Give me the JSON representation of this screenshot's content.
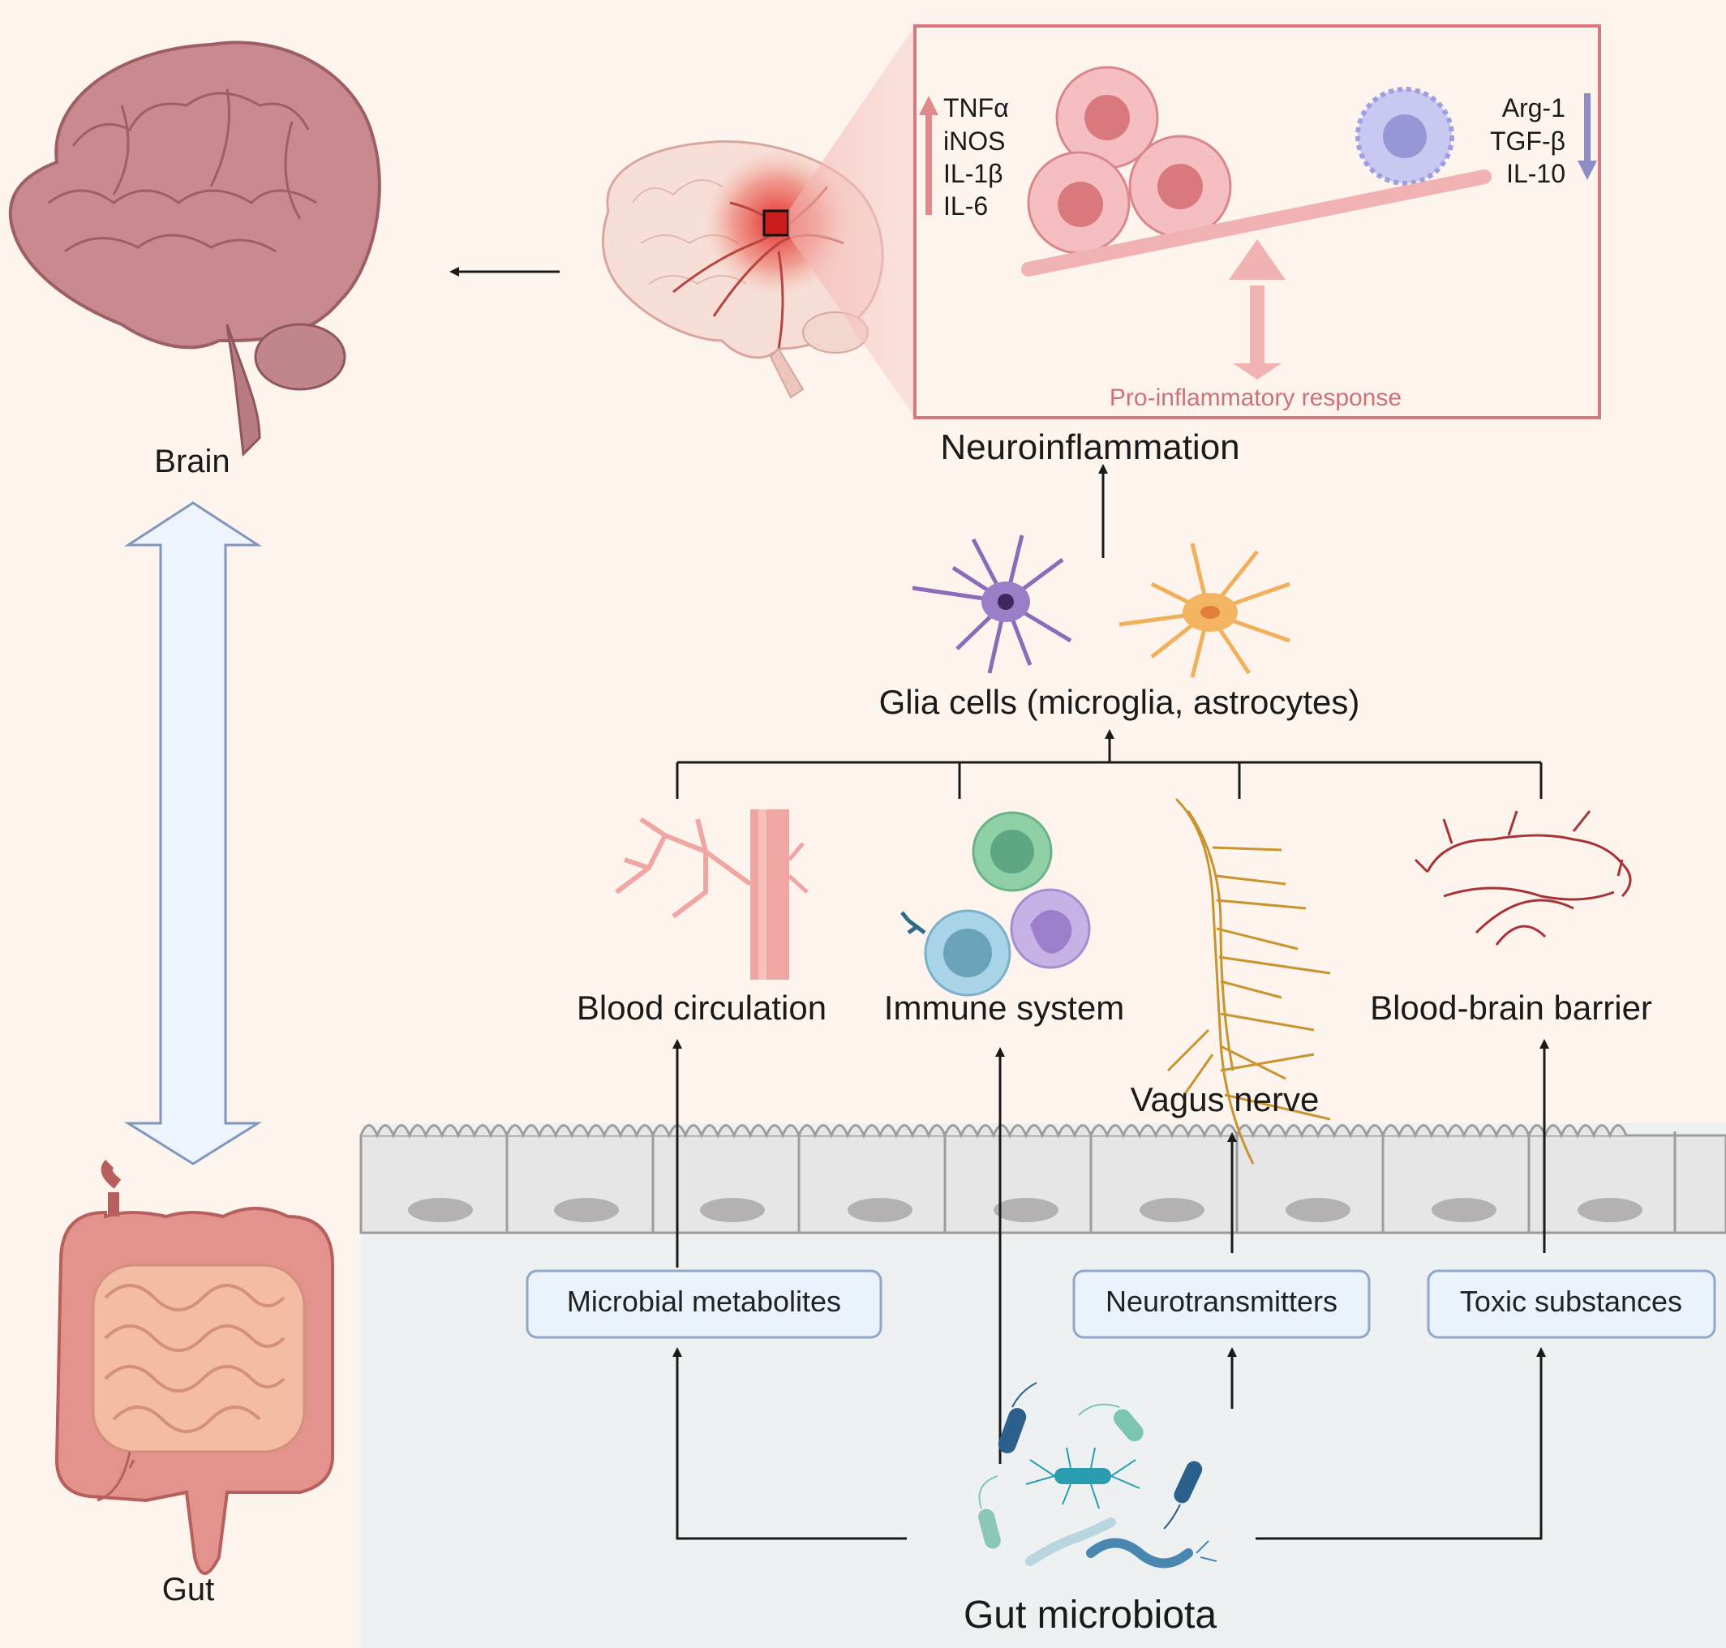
{
  "labels": {
    "brain": "Brain",
    "gut": "Gut",
    "neuroinflammation": "Neuroinflammation",
    "glia": "Glia cells (microglia, astrocytes)",
    "blood_circulation": "Blood circulation",
    "immune_system": "Immune system",
    "vagus_nerve": "Vagus nerve",
    "bbb": "Blood-brain barrier",
    "gut_microbiota": "Gut microbiota"
  },
  "boxes": {
    "microbial_metabolites": "Microbial metabolites",
    "neurotransmitters": "Neurotransmitters",
    "toxic_substances": "Toxic substances"
  },
  "inset": {
    "up_markers": [
      "TNFα",
      "iNOS",
      "IL-1β",
      "IL-6"
    ],
    "down_markers": [
      "Arg-1",
      "TGF-β",
      "IL-10"
    ],
    "response": "Pro-inflammatory response"
  },
  "colors": {
    "background": "#fdf4ee",
    "gut_panel": "#eef1f1",
    "inset_border": "#d9787c",
    "up_arrow": "#e08a8c",
    "down_arrow": "#8d8cc6",
    "double_arrow_fill": "#eef4fb",
    "double_arrow_stroke": "#7f96bd",
    "box_fill": "#eaf2fb",
    "box_stroke": "#8fa7c9"
  }
}
